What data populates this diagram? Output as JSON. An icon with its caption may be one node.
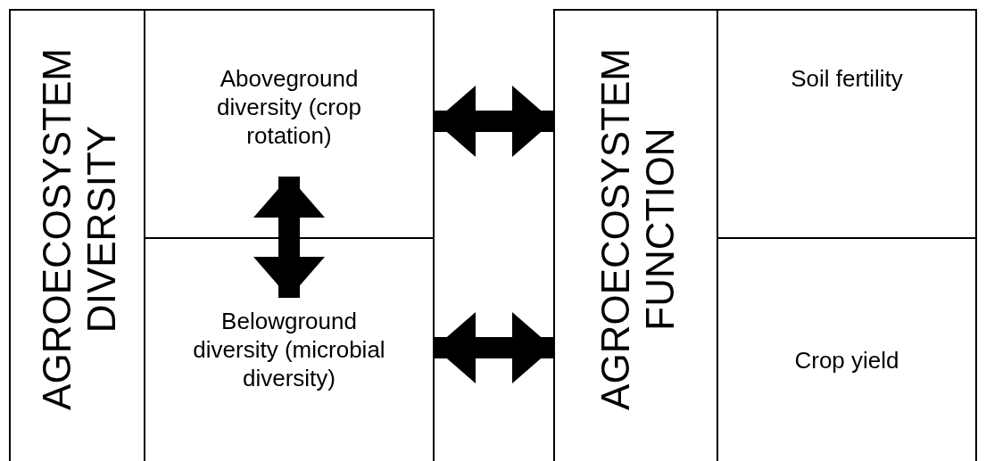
{
  "diagram": {
    "nodes": [
      {
        "text": [
          "AGROECOSYSTEM DIVERSITY"
        ]
      },
      {
        "text": [
          "Aboveground diversity (crop rotation)"
        ]
      },
      {
        "text": [
          "Belowground diversity (microbial diversity)"
        ]
      },
      {
        "text": [
          "AGROECOSYSTEM FUNCTION"
        ]
      },
      {
        "text": [
          "Soil fertility"
        ]
      },
      {
        "text": [
          "Crop yield"
        ]
      }
    ],
    "edges": [
      {
        "from": 1,
        "to": 3,
        "arrow": "both"
      },
      {
        "from": 1,
        "to": 2,
        "arrow": "both"
      },
      {
        "from": 2,
        "to": 3,
        "arrow": "both"
      }
    ]
  }
}
